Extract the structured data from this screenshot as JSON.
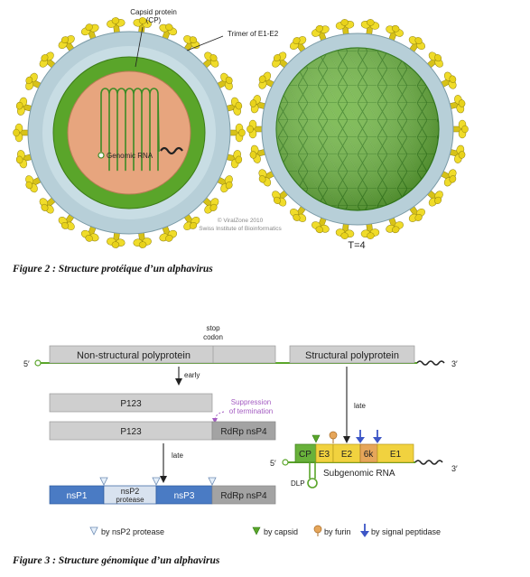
{
  "figure2": {
    "labels": {
      "capsid_protein": "Capsid protein",
      "capsid_abbrev": "(CP)",
      "trimer": "Trimer of E1-E2",
      "genomic_rna": "Genomic RNA",
      "credit_line1": "© ViralZone 2010",
      "credit_line2": "Swiss Institute of Bioinformatics",
      "triangulation": "T=4"
    },
    "caption": "Figure 2 : Structure protéique d’un alphavirus"
  },
  "figure3": {
    "stop_codon_line1": "stop",
    "stop_codon_line2": "codon",
    "five_prime": "5′",
    "three_prime": "3′",
    "nonstructural_polyprotein": "Non-structural polyprotein",
    "structural_polyprotein": "Structural polyprotein",
    "early": "early",
    "late": "late",
    "p123": "P123",
    "suppression_line1": "Suppression",
    "suppression_line2": "of termination",
    "rdrp_nsp4": "RdRp nsP4",
    "nsp1": "nsP1",
    "nsp2": "nsP2",
    "protease": "protease",
    "nsp3": "nsP3",
    "structural_genes": [
      "CP",
      "E3",
      "E2",
      "6k",
      "E1"
    ],
    "subgenomic_rna": "Subgenomic RNA",
    "dlp": "DLP",
    "legend": {
      "nsp2_protease": "by nsP2 protease",
      "capsid": "by capsid",
      "furin": "by furin",
      "signal_peptidase": "by signal peptidase"
    },
    "caption": "Figure 3 : Structure génomique d’un alphavirus"
  },
  "colors": {
    "green_envelope": "#5aa52a",
    "blue_membrane": "#b7cfd8",
    "tan_core": "#e7a57e",
    "spike_yellow": "#e8d21a",
    "gray_box": "#cfcfcf",
    "blue_nsp": "#4a7bc4",
    "purple_annotation": "#a35bc1"
  }
}
